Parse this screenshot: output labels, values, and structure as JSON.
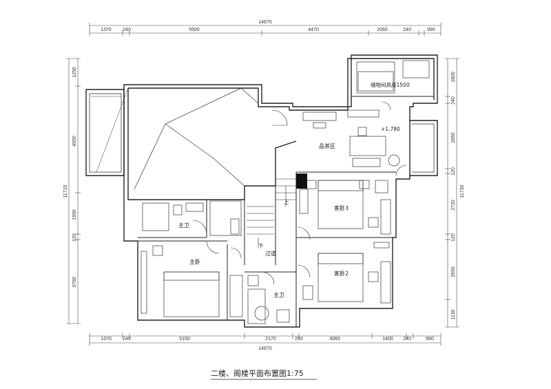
{
  "title": "二楼、阁楼平面布置图1:75",
  "dimensions": {
    "top_total": "14870",
    "top": [
      "1370",
      "240",
      "5500",
      "4470",
      "2060",
      "240",
      "990"
    ],
    "bottom_total": "14870",
    "bottom": [
      "1370",
      "240",
      "5150",
      "2170",
      "250",
      "3060",
      "1400",
      "240",
      "990"
    ],
    "left_total": "11710",
    "left": [
      "1250",
      "4550",
      "1990",
      "120",
      "3760"
    ],
    "right_total": "11730",
    "right": [
      "1800",
      "240",
      "2850",
      "120",
      "2720",
      "120",
      "2650",
      "1130"
    ]
  },
  "rooms": {
    "storage": "储物间高度1500",
    "elevation": "+1.780",
    "tea": "品茶区",
    "guest3": "客卧3",
    "guest2": "客卧2",
    "master_bath": "主卫",
    "master_bed": "主卧",
    "bath": "主卫",
    "hallway": "过道",
    "stair_up": "上",
    "stair_down": "下"
  },
  "colors": {
    "line": "#222222",
    "dim_line": "#444444"
  }
}
